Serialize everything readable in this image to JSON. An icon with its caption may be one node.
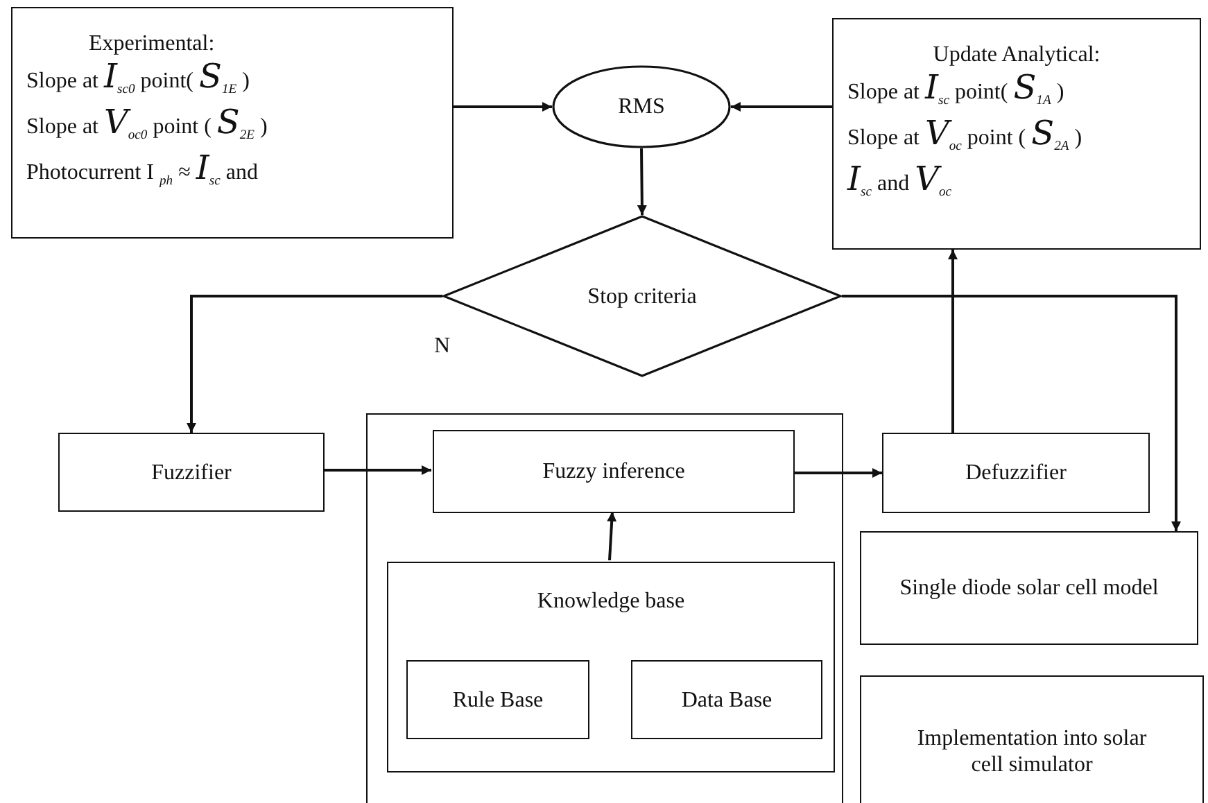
{
  "diagram": {
    "nodes": [
      {
        "text": [
          "Experimental:",
          "Slope at *I*$_{sc0}$ point( *S*$_{1E}$ )",
          "Slope at *V*$_{oc0}$ point ( *S*$_{2E}$ )",
          "Photocurrent I $_{ph}$ ≈ *I*$_{sc}$ and"
        ]
      },
      {
        "text": [
          "RMS"
        ]
      },
      {
        "text": [
          "Update Analytical:",
          "Slope at *I*$_{sc}$ point( *S*$_{1A}$ )",
          "Slope at *V*$_{oc}$ point ( *S*$_{2A}$ )",
          "*I*$_{sc}$ and *V*$_{oc}$"
        ]
      },
      {
        "text": [
          "Stop criteria"
        ]
      },
      {
        "text": [
          "Fuzzifier"
        ]
      },
      {
        "text": [],
        "shape": "box"
      },
      {
        "text": [
          "Fuzzy inference"
        ],
        "in": 5
      },
      {
        "text": [
          "Knowledge base"
        ],
        "in": 5
      },
      {
        "text": [
          "Rule Base"
        ],
        "in": 7
      },
      {
        "text": [
          "Data Base"
        ],
        "in": 7
      },
      {
        "text": [
          "Defuzzifier"
        ]
      },
      {
        "text": [
          "Single diode solar cell model"
        ]
      },
      {
        "text": [
          "Implementation into solar cell simulator"
        ]
      }
    ],
    "edges": [
      {
        "from": 0,
        "to": 1,
        "arrow": "to"
      },
      {
        "from": 2,
        "to": 1,
        "arrow": "to"
      },
      {
        "from": 1,
        "to": 3,
        "arrow": "to"
      },
      {
        "from": 3,
        "to": 4,
        "arrow": "to"
      },
      {
        "from": 4,
        "to": 6,
        "arrow": "to"
      },
      {
        "from": 6,
        "to": 10,
        "arrow": "to"
      },
      {
        "from": 7,
        "to": 6,
        "arrow": "to"
      },
      {
        "from": 10,
        "to": 2,
        "arrow": "to"
      },
      {
        "from": 3,
        "to": 11,
        "arrow": "to"
      }
    ],
    "labels": [
      "N"
    ]
  }
}
